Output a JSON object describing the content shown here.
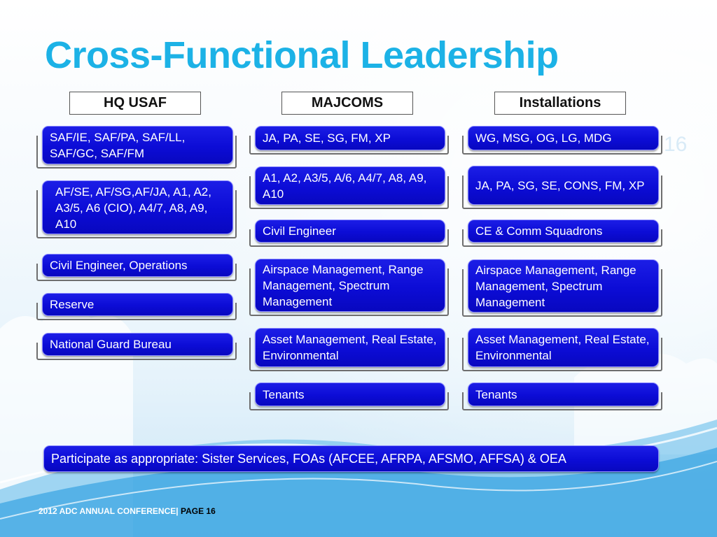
{
  "slide": {
    "title": "Cross-Functional Leadership",
    "slide_number": "16",
    "footer": "2012 ADC ANNUAL CONFERENCE|",
    "footer_page": "PAGE 16"
  },
  "columns": [
    {
      "header": "HQ USAF",
      "boxes": [
        "SAF/IE, SAF/PA, SAF/LL, SAF/GC, SAF/FM",
        "AF/SE, AF/SG,AF/JA, A1, A2, A3/5, A6 (CIO), A4/7, A8, A9, A10",
        "Civil Engineer, Operations",
        "Reserve",
        "National Guard Bureau"
      ]
    },
    {
      "header": "MAJCOMS",
      "boxes": [
        "JA, PA, SE, SG, FM, XP",
        "A1, A2, A3/5, A/6, A4/7, A8, A9, A10",
        "Civil Engineer",
        "Airspace Management, Range Management, Spectrum Management",
        "Asset Management, Real Estate, Environmental",
        "Tenants"
      ]
    },
    {
      "header": "Installations",
      "boxes": [
        "WG, MSG, OG, LG, MDG",
        "JA, PA, SG, SE, CONS, FM, XP",
        "CE & Comm Squadrons",
        "Airspace Management, Range Management, Spectrum Management",
        "Asset Management, Real Estate, Environmental",
        "Tenants"
      ]
    }
  ],
  "participate": "Participate as appropriate: Sister Services, FOAs (AFCEE, AFRPA, AFSMO, AFFSA) & OEA",
  "colors": {
    "title": "#1cb2e6",
    "box_fill": "#0c0cd6",
    "box_border": "#8a8aff",
    "background": "#e6f3fb"
  }
}
